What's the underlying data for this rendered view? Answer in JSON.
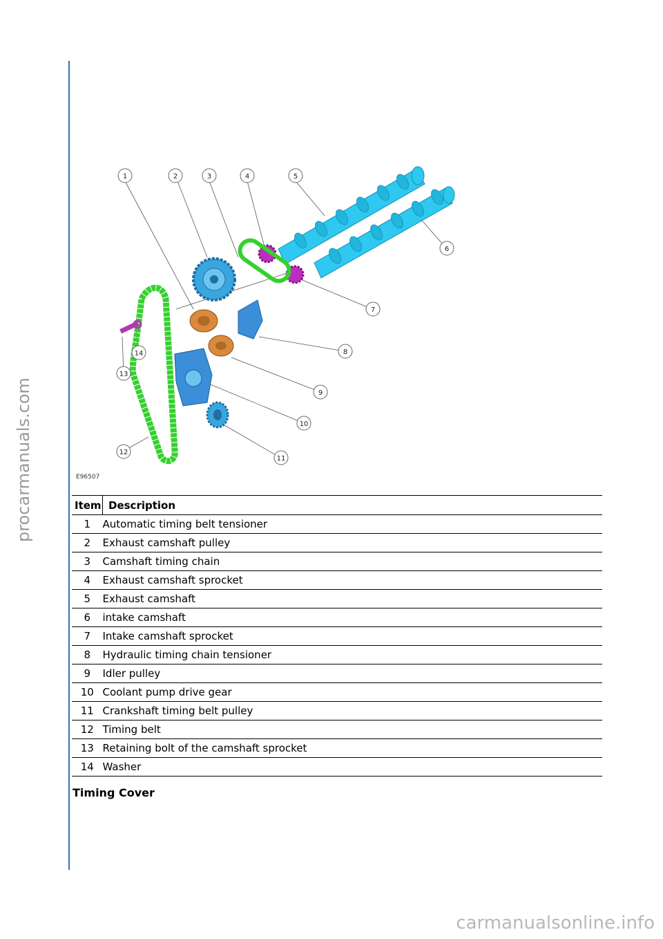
{
  "watermarks": {
    "side": "procarmanuals.com",
    "bottom": "carmanualsonline.info"
  },
  "figure": {
    "id_label": "E96507",
    "callouts": [
      "1",
      "2",
      "3",
      "4",
      "5",
      "6",
      "7",
      "8",
      "9",
      "10",
      "11",
      "12",
      "13",
      "14"
    ]
  },
  "table": {
    "headers": {
      "item": "Item",
      "description": "Description"
    },
    "rows": [
      {
        "item": "1",
        "description": "Automatic timing belt tensioner"
      },
      {
        "item": "2",
        "description": "Exhaust camshaft pulley"
      },
      {
        "item": "3",
        "description": "Camshaft timing chain"
      },
      {
        "item": "4",
        "description": "Exhaust camshaft sprocket"
      },
      {
        "item": "5",
        "description": "Exhaust camshaft"
      },
      {
        "item": "6",
        "description": "intake camshaft"
      },
      {
        "item": "7",
        "description": "Intake camshaft sprocket"
      },
      {
        "item": "8",
        "description": "Hydraulic timing chain tensioner"
      },
      {
        "item": "9",
        "description": "Idler pulley"
      },
      {
        "item": "10",
        "description": "Coolant pump drive gear"
      },
      {
        "item": "11",
        "description": "Crankshaft timing belt pulley"
      },
      {
        "item": "12",
        "description": "Timing belt"
      },
      {
        "item": "13",
        "description": "Retaining bolt of the camshaft sprocket"
      },
      {
        "item": "14",
        "description": "Washer"
      }
    ]
  },
  "section_heading": "Timing Cover",
  "colors": {
    "margin_line": "#3a6fb5",
    "camshaft": "#2ec8f0",
    "belt": "#35d12f",
    "pulley_blue": "#3aa6e0",
    "sprocket_magenta": "#c02cc0",
    "tensioner_orange": "#d98a3a"
  }
}
